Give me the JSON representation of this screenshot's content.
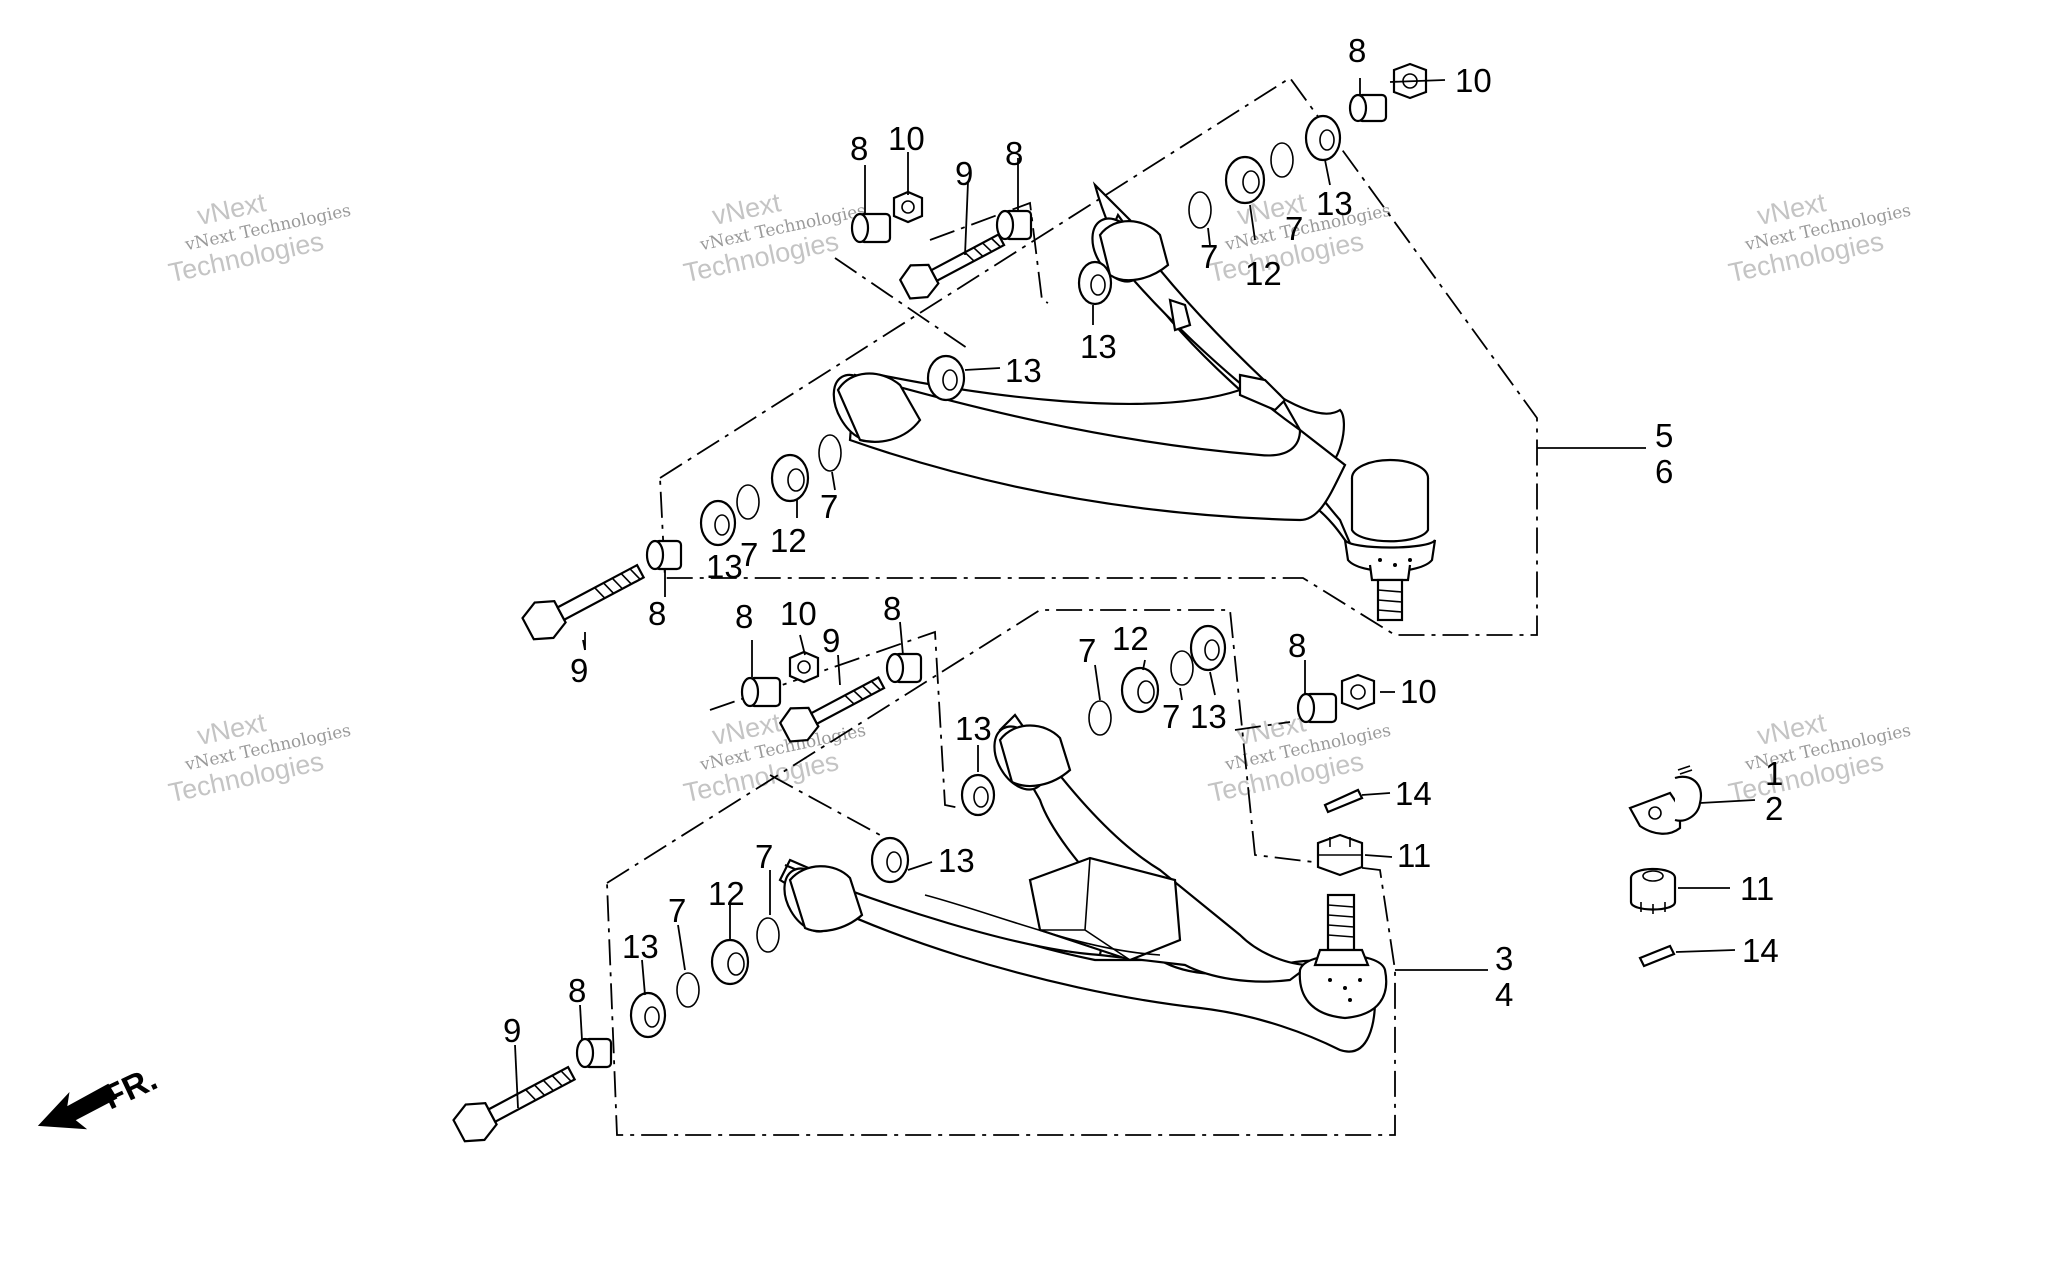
{
  "watermark": {
    "line_small": "vNext Technologies",
    "line_top": "vNext",
    "line_big": "Technologies"
  },
  "direction_label": "FR.",
  "callouts": {
    "c1": "1",
    "c2": "2",
    "c3": "3",
    "c4": "4",
    "c5": "5",
    "c6": "6",
    "c7": "7",
    "c8": "8",
    "c9": "9",
    "c10": "10",
    "c11": "11",
    "c12": "12",
    "c13": "13",
    "c14": "14"
  }
}
